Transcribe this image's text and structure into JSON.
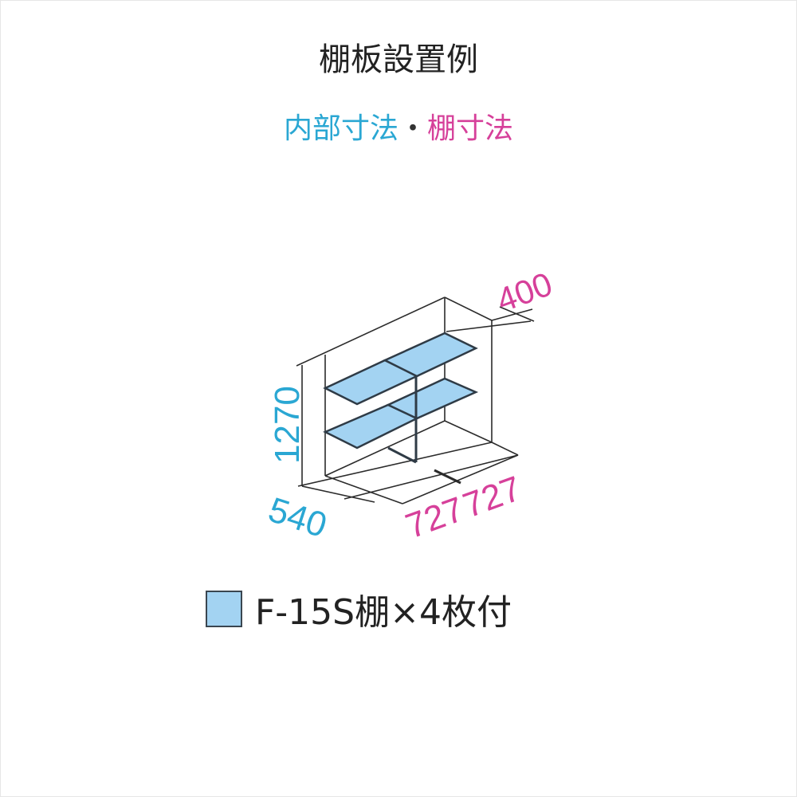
{
  "title": "棚板設置例",
  "subtitle": {
    "inner": "内部寸法",
    "separator": "・",
    "shelf": "棚寸法"
  },
  "dimensions": {
    "height": "1270",
    "depth": "540",
    "width_left": "727",
    "width_right": "727",
    "shelf_depth": "400"
  },
  "legend": {
    "label": "F-15S棚×4枚付"
  },
  "colors": {
    "inner": "#2aa7d3",
    "shelf": "#d6409a",
    "shelf_fill": "#a3d3f2"
  }
}
